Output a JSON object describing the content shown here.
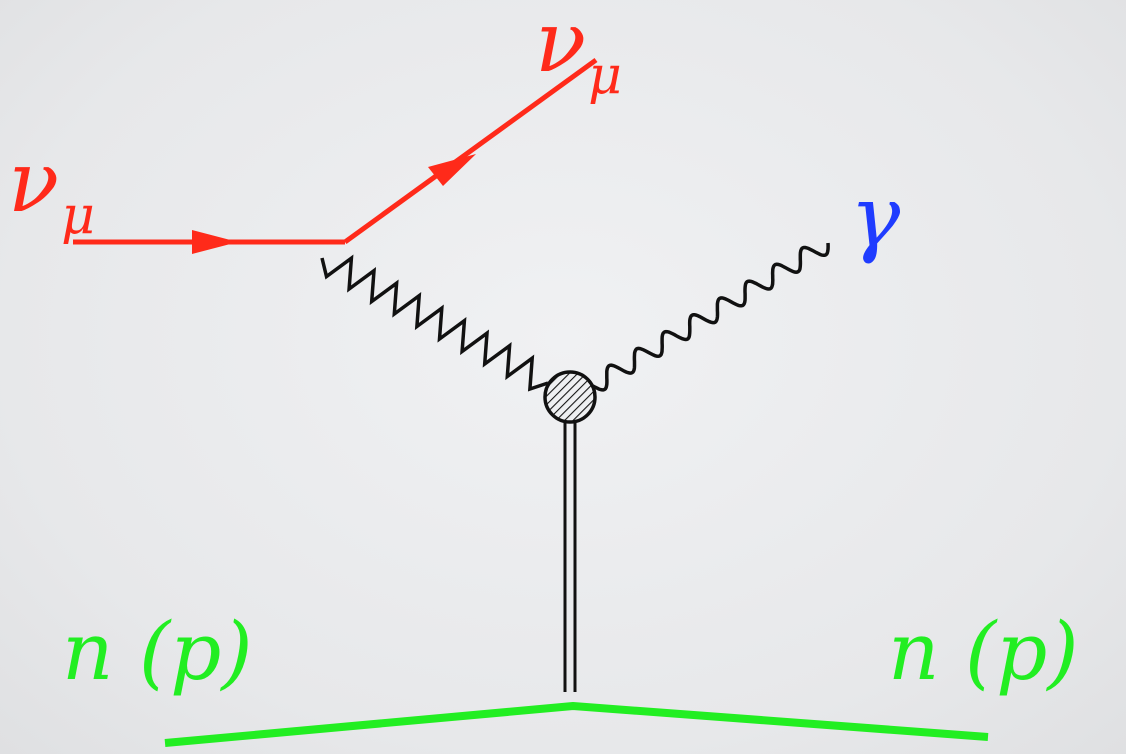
{
  "labels": {
    "nu_in": {
      "symbol": "ν",
      "sub": "μ"
    },
    "nu_out": {
      "symbol": "ν",
      "sub": "μ"
    },
    "photon": "γ",
    "nucleon_left": "n (p)",
    "nucleon_right": "n (p)"
  },
  "colors": {
    "neutrino": "#ff2a1a",
    "photon_label": "#1f3cff",
    "nucleon": "#22ee22",
    "boson": "#111111",
    "background": "#e9eaec"
  },
  "vertices": [
    "neutrino-boson-vertex",
    "hatched-blob-vertex",
    "nucleon-vertex"
  ]
}
